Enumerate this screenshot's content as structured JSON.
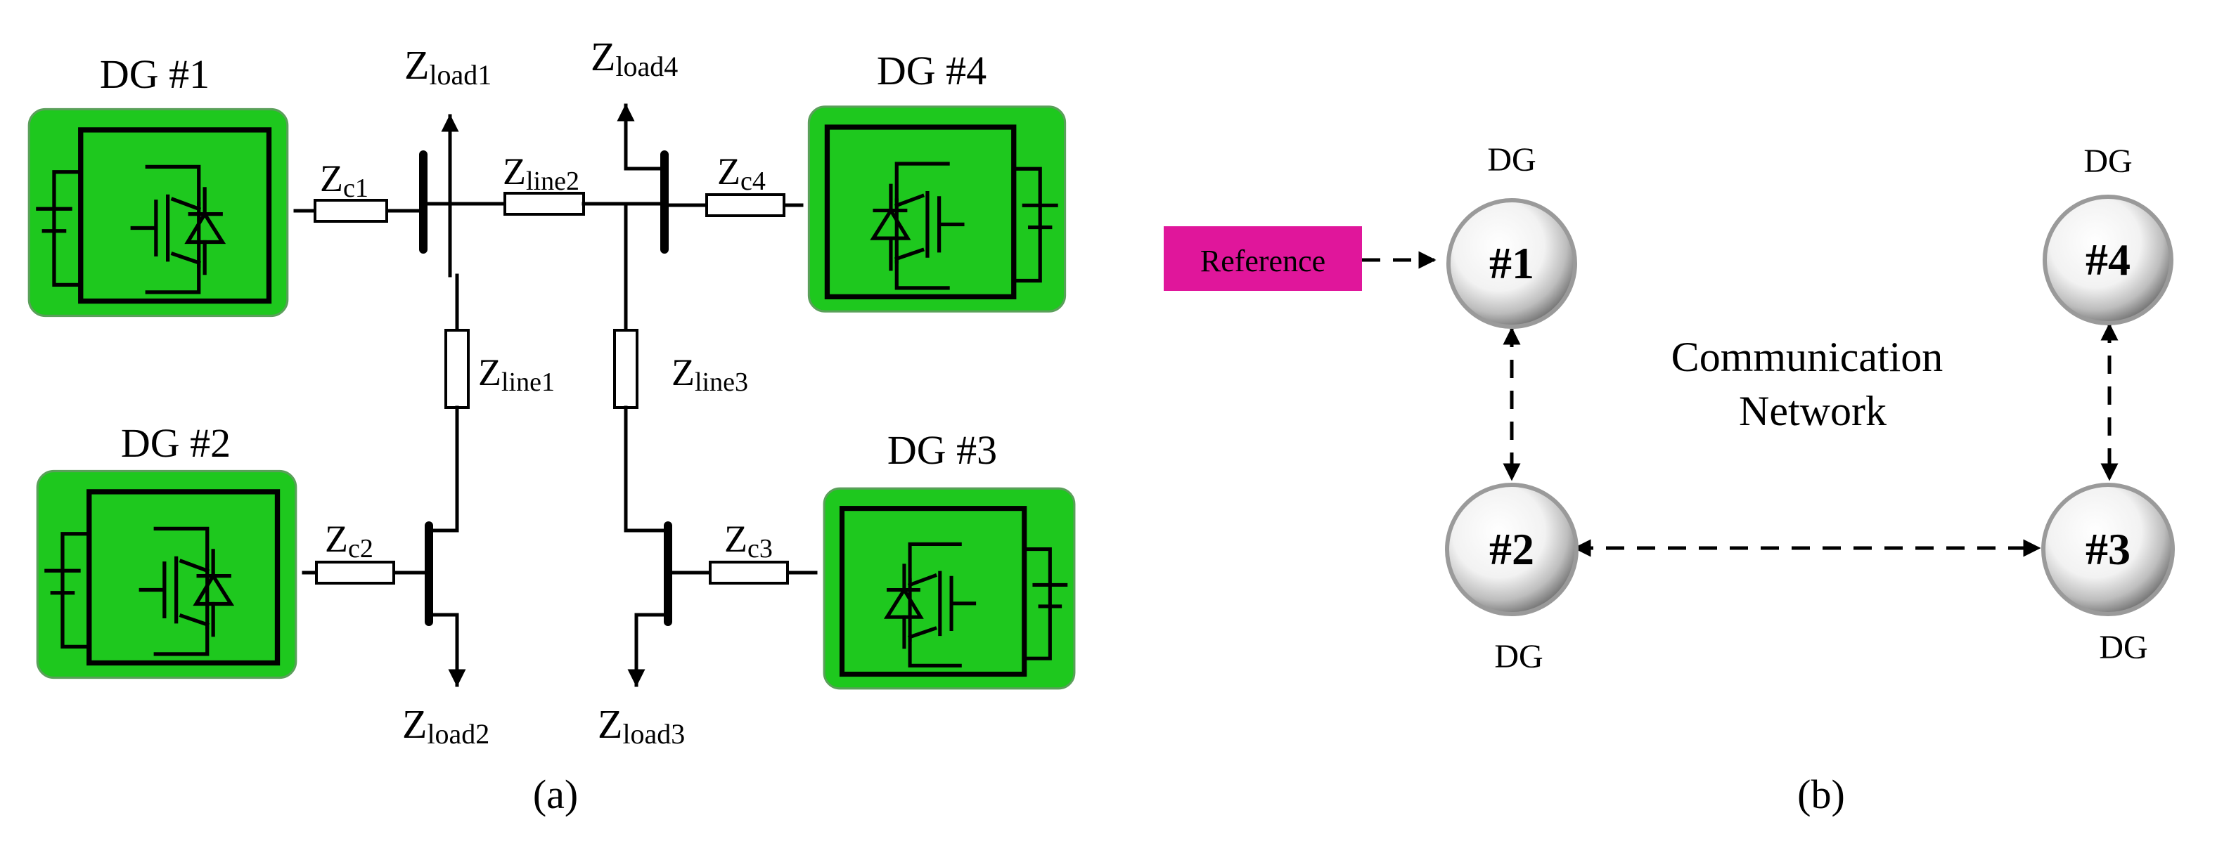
{
  "panel_a": {
    "caption": "(a)",
    "dg": [
      {
        "label": "DG #1"
      },
      {
        "label": "DG #2"
      },
      {
        "label": "DG #3"
      },
      {
        "label": "DG #4"
      }
    ],
    "impedances": {
      "zc1": {
        "main": "Z",
        "sub": "c1"
      },
      "zc2": {
        "main": "Z",
        "sub": "c2"
      },
      "zc3": {
        "main": "Z",
        "sub": "c3"
      },
      "zc4": {
        "main": "Z",
        "sub": "c4"
      },
      "zline1": {
        "main": "Z",
        "sub": "line1"
      },
      "zline2": {
        "main": "Z",
        "sub": "line2"
      },
      "zline3": {
        "main": "Z",
        "sub": "line3"
      }
    },
    "loads": {
      "load1": {
        "main": "Z",
        "sub": "load1"
      },
      "load2": {
        "main": "Z",
        "sub": "load2"
      },
      "load3": {
        "main": "Z",
        "sub": "load3"
      },
      "load4": {
        "main": "Z",
        "sub": "load4"
      }
    }
  },
  "panel_b": {
    "caption": "(b)",
    "reference_label": "Reference",
    "network_label_line1": "Communication",
    "network_label_line2": "Network",
    "nodes": [
      {
        "number": "#1",
        "label": "DG"
      },
      {
        "number": "#2",
        "label": "DG"
      },
      {
        "number": "#3",
        "label": "DG"
      },
      {
        "number": "#4",
        "label": "DG"
      }
    ]
  },
  "colors": {
    "dg_block": "#1ec81e",
    "reference_box": "#e0169b"
  }
}
